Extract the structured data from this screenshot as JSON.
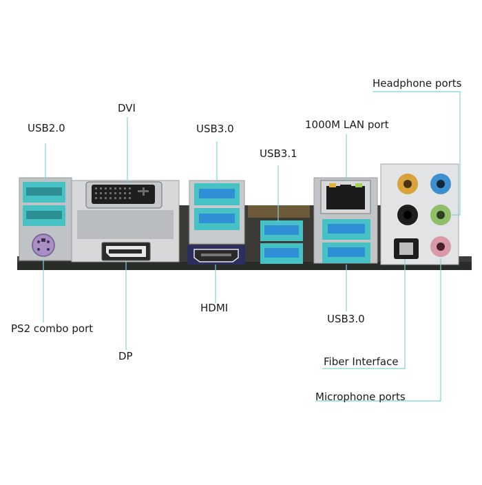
{
  "labels": {
    "usb20": "USB2.0",
    "dvi": "DVI",
    "usb30_top": "USB3.0",
    "usb31": "USB3.1",
    "lan": "1000M LAN port",
    "headphone": "Headphone ports",
    "ps2": "PS2 combo port",
    "dp": "DP",
    "hdmi": "HDMI",
    "usb30_bottom": "USB3.0",
    "fiber": "Fiber Interface",
    "microphone": "Microphone ports"
  },
  "colors": {
    "leader_line": "#7fd3d8",
    "port_highlight": "#46c2c4",
    "usb_blue": "#2f8fd6",
    "board": "#2a2c2a",
    "bracket": "#c9ccce",
    "audio_orange": "#d9a23a",
    "audio_blue": "#3e8fd0",
    "audio_green": "#8fbf6a",
    "audio_pink": "#d89aa6",
    "ps2_purple": "#a98fc6"
  }
}
